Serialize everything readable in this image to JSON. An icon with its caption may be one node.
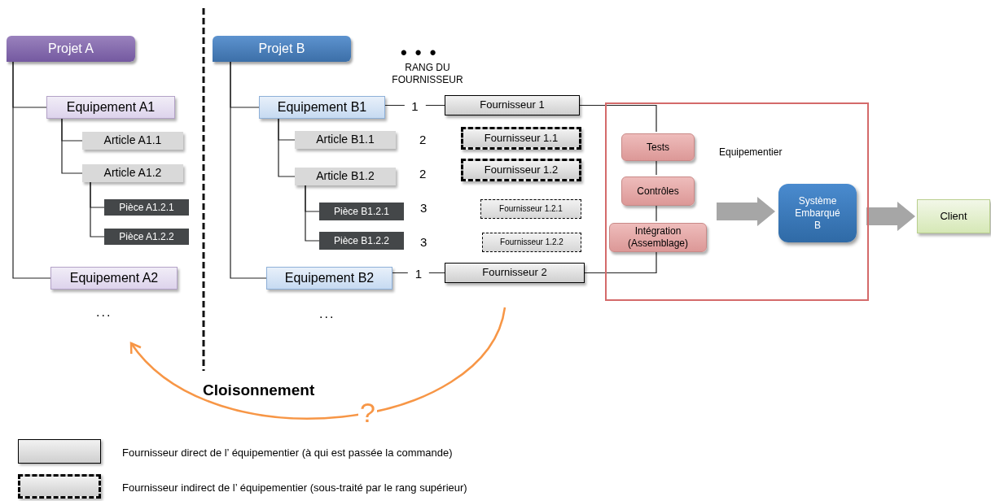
{
  "diagram": {
    "nodes": [
      {
        "text": [
          "Projet A"
        ]
      },
      {
        "text": [
          "Equipement A1"
        ]
      },
      {
        "text": [
          "Article A1.1"
        ]
      },
      {
        "text": [
          "Article A1.2"
        ]
      },
      {
        "text": [
          "Pièce A1.2.1"
        ]
      },
      {
        "text": [
          "Pièce A1.2.2"
        ]
      },
      {
        "text": [
          "Equipement A2"
        ]
      },
      {
        "text": [
          "Projet B"
        ]
      },
      {
        "text": [
          "Equipement B1"
        ]
      },
      {
        "text": [
          "Article B1.1"
        ]
      },
      {
        "text": [
          "Article B1.2"
        ]
      },
      {
        "text": [
          "Pièce B1.2.1"
        ]
      },
      {
        "text": [
          "Pièce B1.2.2"
        ]
      },
      {
        "text": [
          "Equipement B2"
        ]
      },
      {
        "text": [
          "Fournisseur 1"
        ]
      },
      {
        "text": [
          "Fournisseur 1.1"
        ]
      },
      {
        "text": [
          "Fournisseur 1.2"
        ]
      },
      {
        "text": [
          "Fournisseur 1.2.1"
        ]
      },
      {
        "text": [
          "Fournisseur 1.2.2"
        ]
      },
      {
        "text": [
          "Fournisseur 2"
        ]
      },
      {
        "text": [
          "Equipementier"
        ]
      },
      {
        "text": [
          "Tests"
        ],
        "in": 20
      },
      {
        "text": [
          "Contrôles"
        ],
        "in": 20
      },
      {
        "text": [
          "Intégration (Assemblage)"
        ],
        "in": 20
      },
      {
        "text": [
          "Système Embarqué B"
        ],
        "in": 20
      },
      {
        "text": [
          "Client"
        ]
      }
    ],
    "edges": [
      {
        "from": 0,
        "to": 1,
        "arrow": "none"
      },
      {
        "from": 0,
        "to": 6,
        "arrow": "none"
      },
      {
        "from": 1,
        "to": 2,
        "arrow": "none"
      },
      {
        "from": 1,
        "to": 3,
        "arrow": "none"
      },
      {
        "from": 3,
        "to": 4,
        "arrow": "none"
      },
      {
        "from": 3,
        "to": 5,
        "arrow": "none"
      },
      {
        "from": 7,
        "to": 8,
        "arrow": "none"
      },
      {
        "from": 7,
        "to": 13,
        "arrow": "none"
      },
      {
        "from": 8,
        "to": 9,
        "arrow": "none"
      },
      {
        "from": 8,
        "to": 10,
        "arrow": "none"
      },
      {
        "from": 10,
        "to": 11,
        "arrow": "none"
      },
      {
        "from": 10,
        "to": 12,
        "arrow": "none"
      },
      {
        "from": 8,
        "to": 14,
        "arrow": "none",
        "label": "1"
      },
      {
        "from": 13,
        "to": 19,
        "arrow": "none",
        "label": "1"
      },
      {
        "from": 14,
        "to": 21,
        "arrow": "none"
      },
      {
        "from": 21,
        "to": 22,
        "arrow": "none"
      },
      {
        "from": 22,
        "to": 23,
        "arrow": "none"
      },
      {
        "from": 19,
        "to": 23,
        "arrow": "none"
      },
      {
        "from": 23,
        "to": 24,
        "arrow": "to",
        "style": "thick",
        "color": "#a6a6a6"
      },
      {
        "from": 24,
        "to": 25,
        "arrow": "to",
        "style": "thick",
        "color": "#a6a6a6"
      }
    ],
    "labels": [
      "• • •",
      "RANG DU FOURNISSEUR",
      "2",
      "2",
      "3",
      "3",
      "...",
      "...",
      "Cloisonnement",
      "?"
    ],
    "legend": [
      {
        "text": "Fournisseur direct de l’ équipementier (à qui est passée la commande)"
      },
      {
        "text": "Fournisseur indirect de l’ équipementier (sous-traité par le rang supérieur)"
      }
    ]
  }
}
